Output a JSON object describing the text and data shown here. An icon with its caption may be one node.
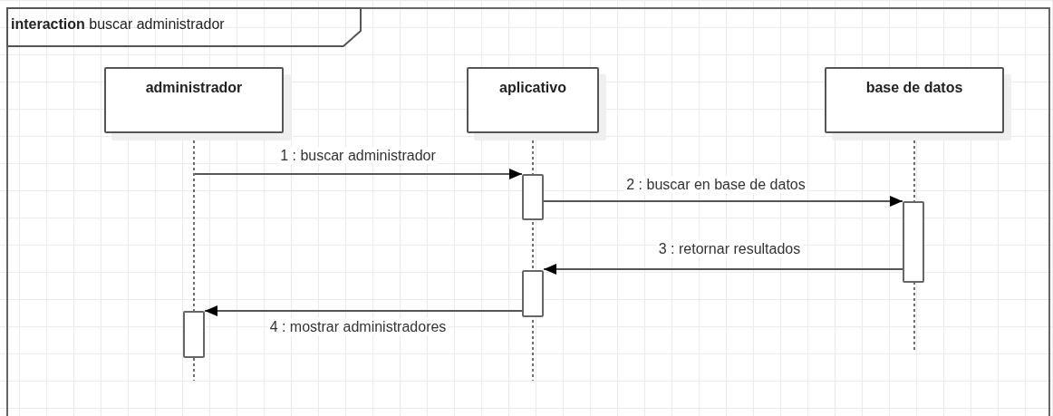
{
  "diagram": {
    "nodes": [
      {
        "text": [
          "**interaction** buscar administrador"
        ]
      },
      {
        "text": [
          "administrador"
        ],
        "in": 0
      },
      {
        "text": [
          "aplicativo"
        ],
        "in": 0
      },
      {
        "text": [
          "base de datos"
        ],
        "in": 0
      },
      {
        "text": [],
        "shape": "bar",
        "in": 0
      },
      {
        "text": [],
        "shape": "bar",
        "in": 0
      },
      {
        "text": [],
        "shape": "bar",
        "in": 0
      },
      {
        "text": [],
        "shape": "bar",
        "in": 0
      }
    ],
    "edges": [
      {
        "from": null,
        "to": 4,
        "arrow": "to",
        "label": "1 : buscar administrador"
      },
      {
        "from": 4,
        "to": 5,
        "arrow": "to",
        "label": "2 : buscar en base de datos"
      },
      {
        "from": 5,
        "to": 6,
        "arrow": "to",
        "label": "3 : retornar resultados"
      },
      {
        "from": 6,
        "to": 7,
        "arrow": "to",
        "label": "4 : mostrar administradores"
      }
    ]
  }
}
